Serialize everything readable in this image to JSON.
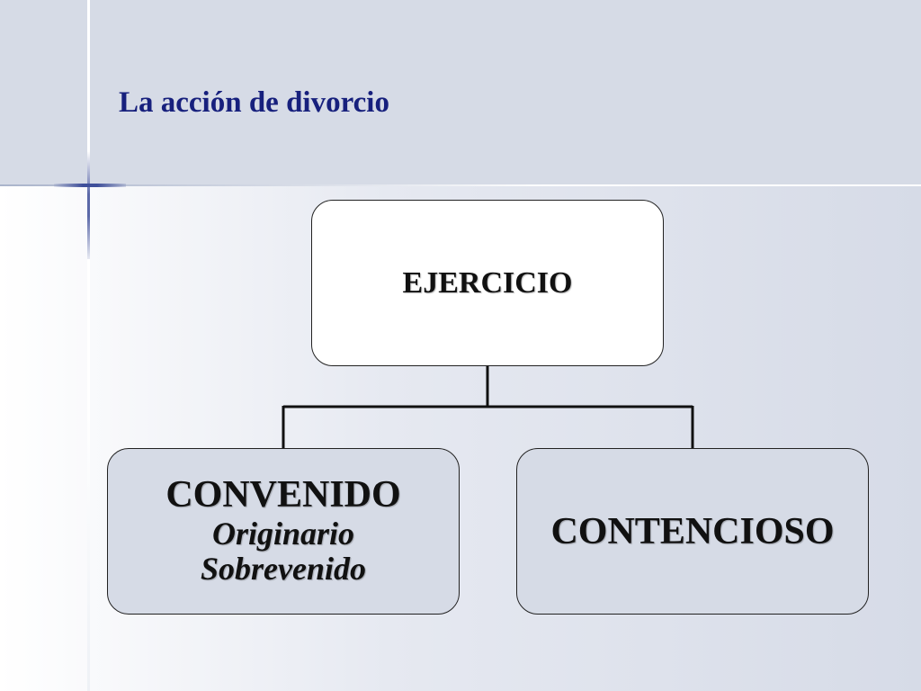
{
  "slide": {
    "title": "La acción de divorcio"
  },
  "diagram": {
    "root": {
      "label": "EJERCICIO"
    },
    "children": [
      {
        "label": "CONVENIDO",
        "sublabels": [
          "Originario",
          "Sobrevenido"
        ]
      },
      {
        "label": "CONTENCIOSO"
      }
    ]
  },
  "colors": {
    "title": "#17207d",
    "header_band": "#d6dbe6",
    "child_fill": "#d6dbe6",
    "root_fill": "#ffffff",
    "connector": "#111111"
  }
}
